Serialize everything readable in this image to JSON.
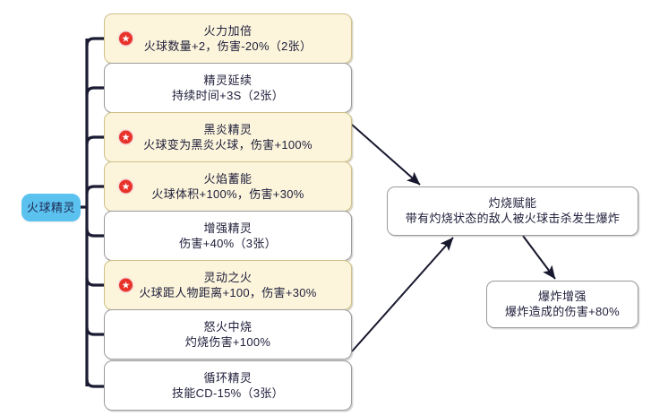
{
  "diagram": {
    "root": {
      "label": "火球精灵"
    },
    "branch_nodes": [
      {
        "title": "火力加倍",
        "desc": "火球数量+2，伤害-20%（2张）",
        "starred": true
      },
      {
        "title": "精灵延续",
        "desc": "持续时间+3S（2张）",
        "starred": false
      },
      {
        "title": "黑炎精灵",
        "desc": "火球变为黑炎火球，伤害+100%",
        "starred": true
      },
      {
        "title": "火焰蓄能",
        "desc": "火球体积+100%，伤害+30%",
        "starred": true
      },
      {
        "title": "增强精灵",
        "desc": "伤害+40%（3张）",
        "starred": false
      },
      {
        "title": "灵动之火",
        "desc": "火球距人物距离+100，伤害+30%",
        "starred": true
      },
      {
        "title": "怒火中烧",
        "desc": "灼烧伤害+100%",
        "starred": false
      },
      {
        "title": "循环精灵",
        "desc": "技能CD-15%（3张）",
        "starred": false
      }
    ],
    "effect_nodes": [
      {
        "title": "灼烧赋能",
        "desc": "带有灼烧状态的敌人被火球击杀发生爆炸"
      },
      {
        "title": "爆炸增强",
        "desc": "爆炸造成的伤害+80%"
      }
    ],
    "icons": {
      "star_badge": "star-badge-icon"
    },
    "colors": {
      "root_fill": "#5bc2f0",
      "gold_fill": "#fcf5db",
      "gold_border": "#cfc08a",
      "plain_fill": "#ffffff",
      "plain_border": "#9a9a9a",
      "trunk": "#1b1b33",
      "arrow": "#17172e",
      "text": "#20203c",
      "badge": "#e8332a"
    }
  }
}
